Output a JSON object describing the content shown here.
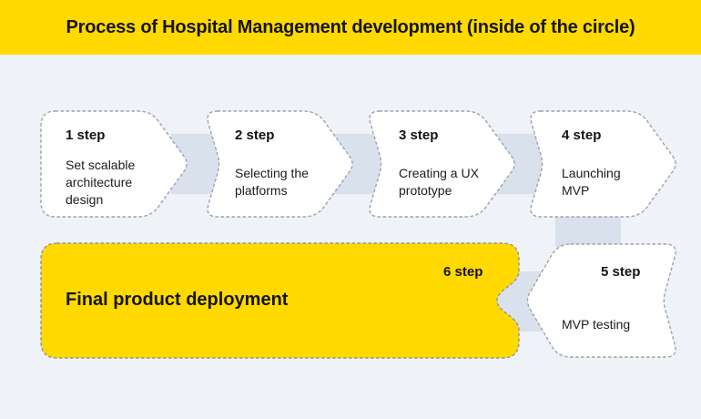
{
  "header": {
    "title": "Process of Hospital Management development (inside of the circle)"
  },
  "steps": [
    {
      "label": "1 step",
      "text": "Set scalable architecture design"
    },
    {
      "label": "2 step",
      "text": "Selecting the platforms"
    },
    {
      "label": "3 step",
      "text": "Creating a UX prototype"
    },
    {
      "label": "4 step",
      "text": "Launching MVP"
    },
    {
      "label": "5 step",
      "text": "MVP testing"
    },
    {
      "label": "6 step",
      "text": "Final product deployment"
    }
  ],
  "colors": {
    "accent_yellow": "#FFD900",
    "canvas_background": "#EFF2F7",
    "connector": "#D9E1EC",
    "dashed_border": "#9BA2AC",
    "text": "#17171C"
  }
}
